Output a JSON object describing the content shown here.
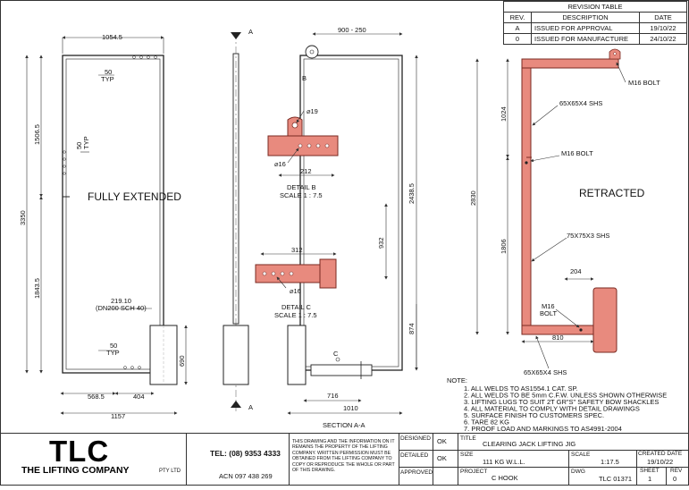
{
  "revision_table": {
    "title": "REVISION TABLE",
    "headers": [
      "REV.",
      "DESCRIPTION",
      "DATE"
    ],
    "rows": [
      {
        "rev": "A",
        "description": "ISSUED FOR APPROVAL",
        "date": "19/10/22"
      },
      {
        "rev": "0",
        "description": "ISSUED FOR MANUFACTURE",
        "date": "24/10/22"
      }
    ]
  },
  "views": {
    "extended_label": "FULLY EXTENDED",
    "retracted_label": "RETRACTED",
    "section_label": "SECTION A-A",
    "section_marker": "A",
    "detail_b_marker": "B",
    "detail_c_marker": "C",
    "detail_b_title": "DETAIL B",
    "detail_b_scale": "SCALE 1 : 7.5",
    "detail_c_title": "DETAIL C",
    "detail_c_scale": "SCALE 1 : 7.5"
  },
  "dimensions": {
    "d1054": "1054.5",
    "d50a": "50",
    "typa": "TYP",
    "d50b": "50",
    "typb": "TYP",
    "d1506": "1506.5",
    "d3350": "3350",
    "d1843": "1843.5",
    "d219": "219.10",
    "dn200": "(DN200 SCH 40)",
    "d50c": "50",
    "typc": "TYP",
    "d690": "690",
    "d568": "568.5",
    "d404": "404",
    "d1157": "1157",
    "d900": "900 - 250",
    "d19": "⌀19",
    "d16b": "⌀16",
    "d212": "212",
    "d312": "312",
    "d16c": "⌀16",
    "d2438": "2438.5",
    "d932": "932",
    "d874": "874",
    "d716": "716",
    "d1010": "1010",
    "d1024": "1024",
    "d2830": "2830",
    "d1806": "1806",
    "d204": "204",
    "d810": "810"
  },
  "callouts": {
    "m16_bolt_top": "M16 BOLT",
    "shs65_4_top": "65X65X4 SHS",
    "m16_bolt_mid": "M16 BOLT",
    "shs75": "75X75X3 SHS",
    "m16": "M16",
    "bolt": "BOLT",
    "shs65_4_bottom": "65X65X4 SHS"
  },
  "notes": {
    "heading": "NOTE:",
    "items": [
      "1. ALL WELDS TO AS1554.1 CAT. SP.",
      "2. ALL WELDS TO BE 5mm C.F.W. UNLESS SHOWN OTHERWISE",
      "3. LIFTING LUGS TO SUIT 2T GR\"S\" SAFETY BOW SHACKLES",
      "4. ALL MATERIAL TO COMPLY WITH DETAIL DRAWINGS",
      "5. SURFACE FINISH TO CUSTOMERS SPEC.",
      "6. TARE 82 KG",
      "7. PROOF LOAD AND MARKINGS TO AS4991-2004"
    ]
  },
  "title_block": {
    "logo": "TLC",
    "company": "THE LIFTING COMPANY",
    "pty": "PTY LTD",
    "tel": "TEL: (08) 9353 4333",
    "acn": "ACN 097 438 269",
    "disclaimer": "THIS DRAWING AND THE INFORMATION ON IT REMAINS THE PROPERTY OF THE LIFTING COMPANY. WRITTEN PERMISSION MUST BE OBTAINED FROM THE LIFTING COMPANY TO COPY OR REPRODUCE THE WHOLE OR PART OF THIS DRAWING.",
    "designed_label": "DESIGNED",
    "designed_value": "OK",
    "detailed_label": "DETAILED",
    "detailed_value": "OK",
    "approved_label": "APPROVED",
    "title_label": "TITLE",
    "title_value": "CLEARING JACK LIFTING JIG",
    "size_label": "SIZE",
    "size_value": "111 KG W.L.L.",
    "scale_label": "SCALE",
    "scale_value": "1:17.5",
    "created_label": "CREATED DATE",
    "created_value": "19/10/22",
    "project_label": "PROJECT",
    "project_value": "C HOOK",
    "dwg_label": "DWG",
    "dwg_value": "TLC 01371",
    "sheet_label": "SHEET",
    "sheet_value": "1",
    "rev_label": "REV",
    "rev_value": "0"
  },
  "colors": {
    "steel_fill": "#e88a7e",
    "steel_stroke": "#7a2a22",
    "line": "#222222"
  }
}
